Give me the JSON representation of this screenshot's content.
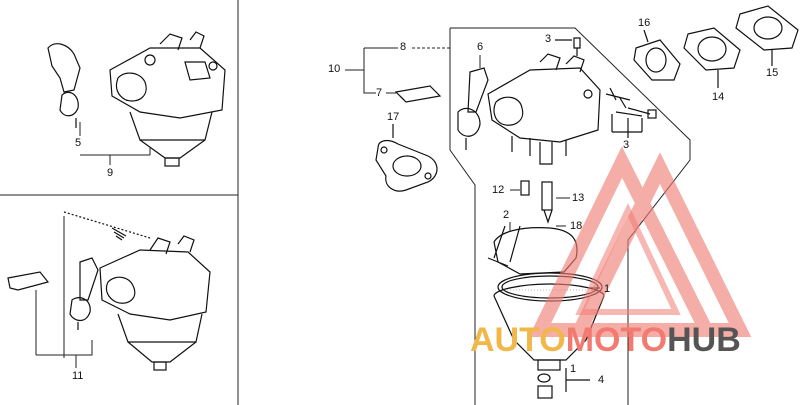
{
  "diagram": {
    "callouts": {
      "c5": "5",
      "c9": "9",
      "c11": "11",
      "c10": "10",
      "c8": "8",
      "c7": "7",
      "c17": "17",
      "c6": "6",
      "c3a": "3",
      "c3b": "3",
      "c16": "16",
      "c14": "14",
      "c15": "15",
      "c12": "12",
      "c13": "13",
      "c18": "18",
      "c2": "2",
      "c1a": "1",
      "c1b": "1",
      "c4": "4"
    }
  },
  "watermark": {
    "word_a": "AUTO",
    "word_b": "MOTO",
    "word_c": "HUB",
    "color_a": "#f0b84a",
    "color_b": "#f27a70",
    "color_c": "#555555",
    "triangle_color": "#f07b74"
  }
}
